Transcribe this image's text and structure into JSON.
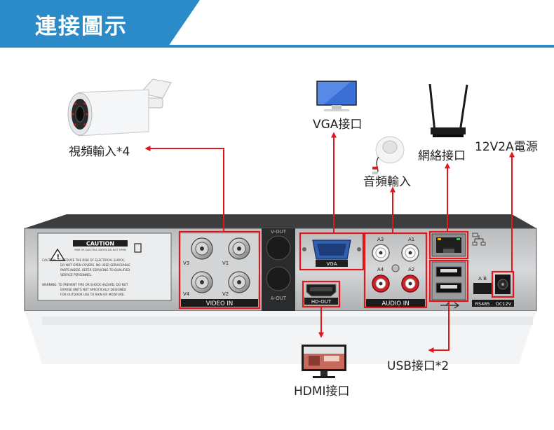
{
  "banner": {
    "title": "連接圖示"
  },
  "labels": {
    "video_in": "視頻輸入*4",
    "vga": "VGA接口",
    "audio_in": "音頻輸入",
    "network": "網絡接口",
    "power": "12V2A電源",
    "usb": "USB接口*2",
    "hdmi": "HDMI接口"
  },
  "panel": {
    "caution_title": "CAUTION",
    "caution_sub": "RISK OF ELECTRIC SHOCK DO NOT OPEN",
    "caution_lines": [
      "CAUTION: TO REDUCE THE RISK OF ELECTRICAL SHOCK,",
      "DO NOT OPEN COVERS. NO USER SERVICEABLE",
      "PARTS INSIDE. REFER SERVICING TO QUALIFIED",
      "SERVICE PERSONNEL.",
      "WARNING: TO PREVENT FIRE OR SHOCK HAZARD, DO NOT",
      "EXPOSE UNITS NOT SPECIFICALLY DESIGNED",
      "FOR OUTDOOR USE TO RAIN OR MOISTURE."
    ],
    "video_in": "VIDEO IN",
    "channels": [
      "V3",
      "V1",
      "V4",
      "V2"
    ],
    "v_out": "V-OUT",
    "a_out": "A-OUT",
    "vga": "VGA",
    "hd_out": "HD-OUT",
    "audio_in": "AUDIO IN",
    "audio_channels": [
      "A3",
      "A1",
      "A4",
      "A2"
    ],
    "ab": "A  B",
    "rs485": "RS485",
    "dc12v": "DC12V"
  },
  "colors": {
    "accent": "#2b8ac8",
    "arrow": "#e3161b",
    "panel": "#c9cbcd"
  }
}
